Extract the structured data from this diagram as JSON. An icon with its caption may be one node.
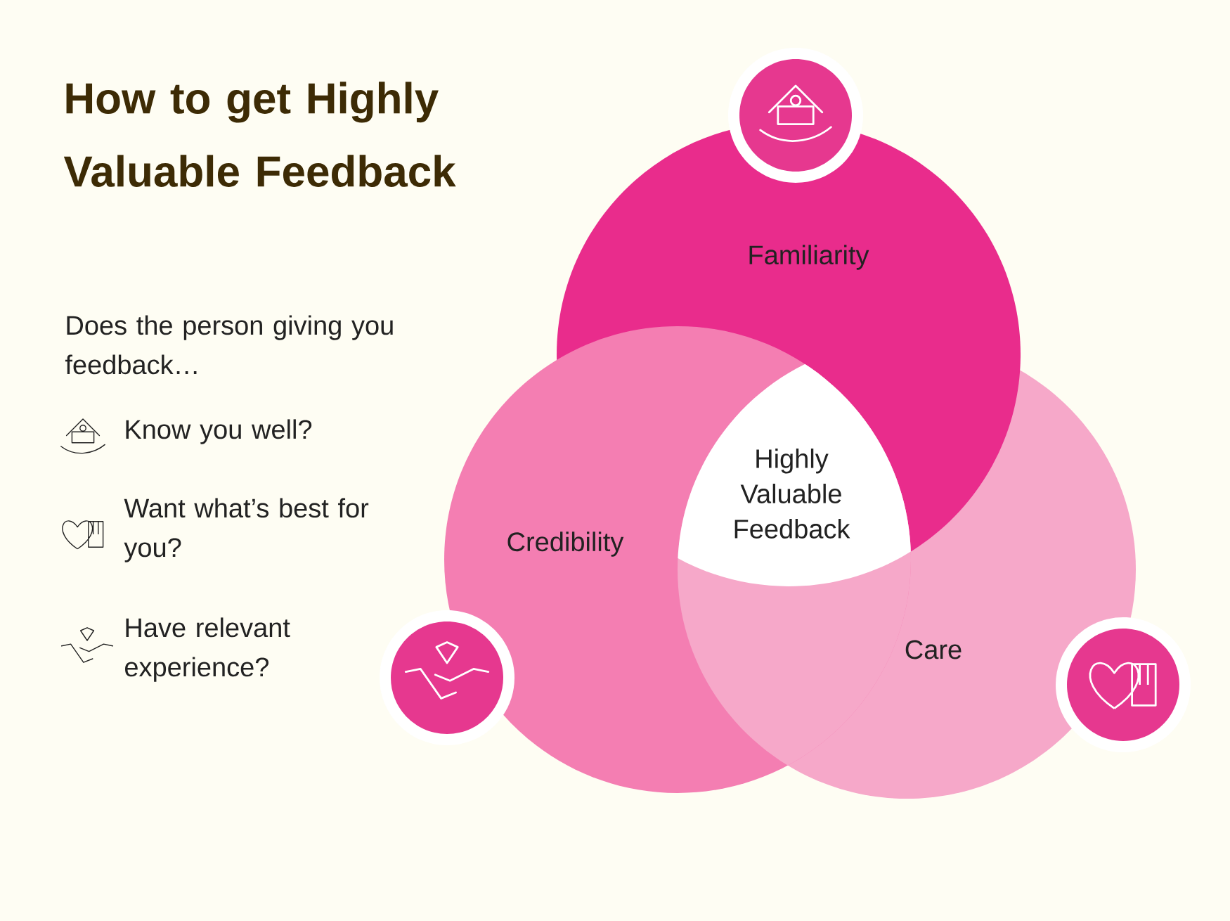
{
  "diagram": {
    "title": "How to get Highly Valuable Feedback",
    "nodes": [
      {
        "text": [
          "Familiarity"
        ]
      },
      {
        "text": [
          "Credibility"
        ]
      },
      {
        "text": [
          "Care"
        ]
      },
      {
        "text": [
          "Highly Valuable Feedback"
        ]
      }
    ],
    "labels": [
      "Does the person giving you feedback…",
      "Know you well?",
      "Want what’s best for you?",
      "Have relevant experience?"
    ]
  }
}
